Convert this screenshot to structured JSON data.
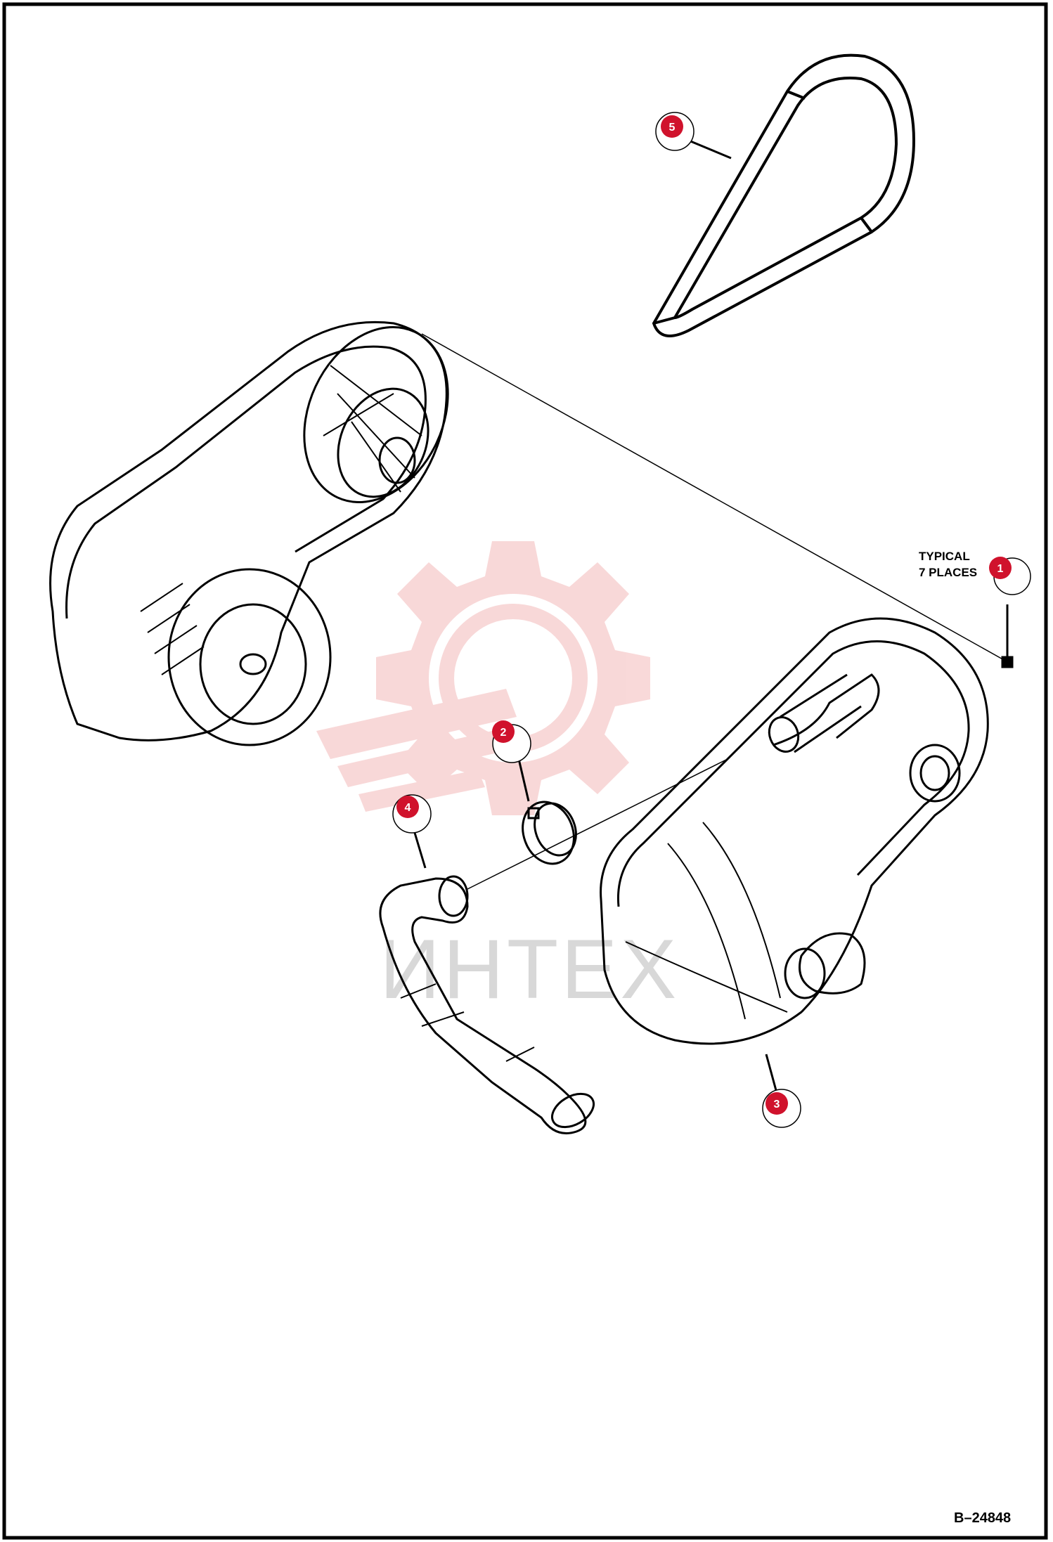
{
  "diagram": {
    "figure_code": "B–24848",
    "note_line1": "TYPICAL",
    "note_line2": "7 PLACES",
    "watermark_text": "ИНТЕХ",
    "callouts": [
      {
        "label": "1"
      },
      {
        "label": "2"
      },
      {
        "label": "3"
      },
      {
        "label": "4"
      },
      {
        "label": "5"
      }
    ],
    "colors": {
      "callout_red": "#d0122c",
      "watermark_red": "#f5c9c9",
      "line": "#000000"
    }
  }
}
